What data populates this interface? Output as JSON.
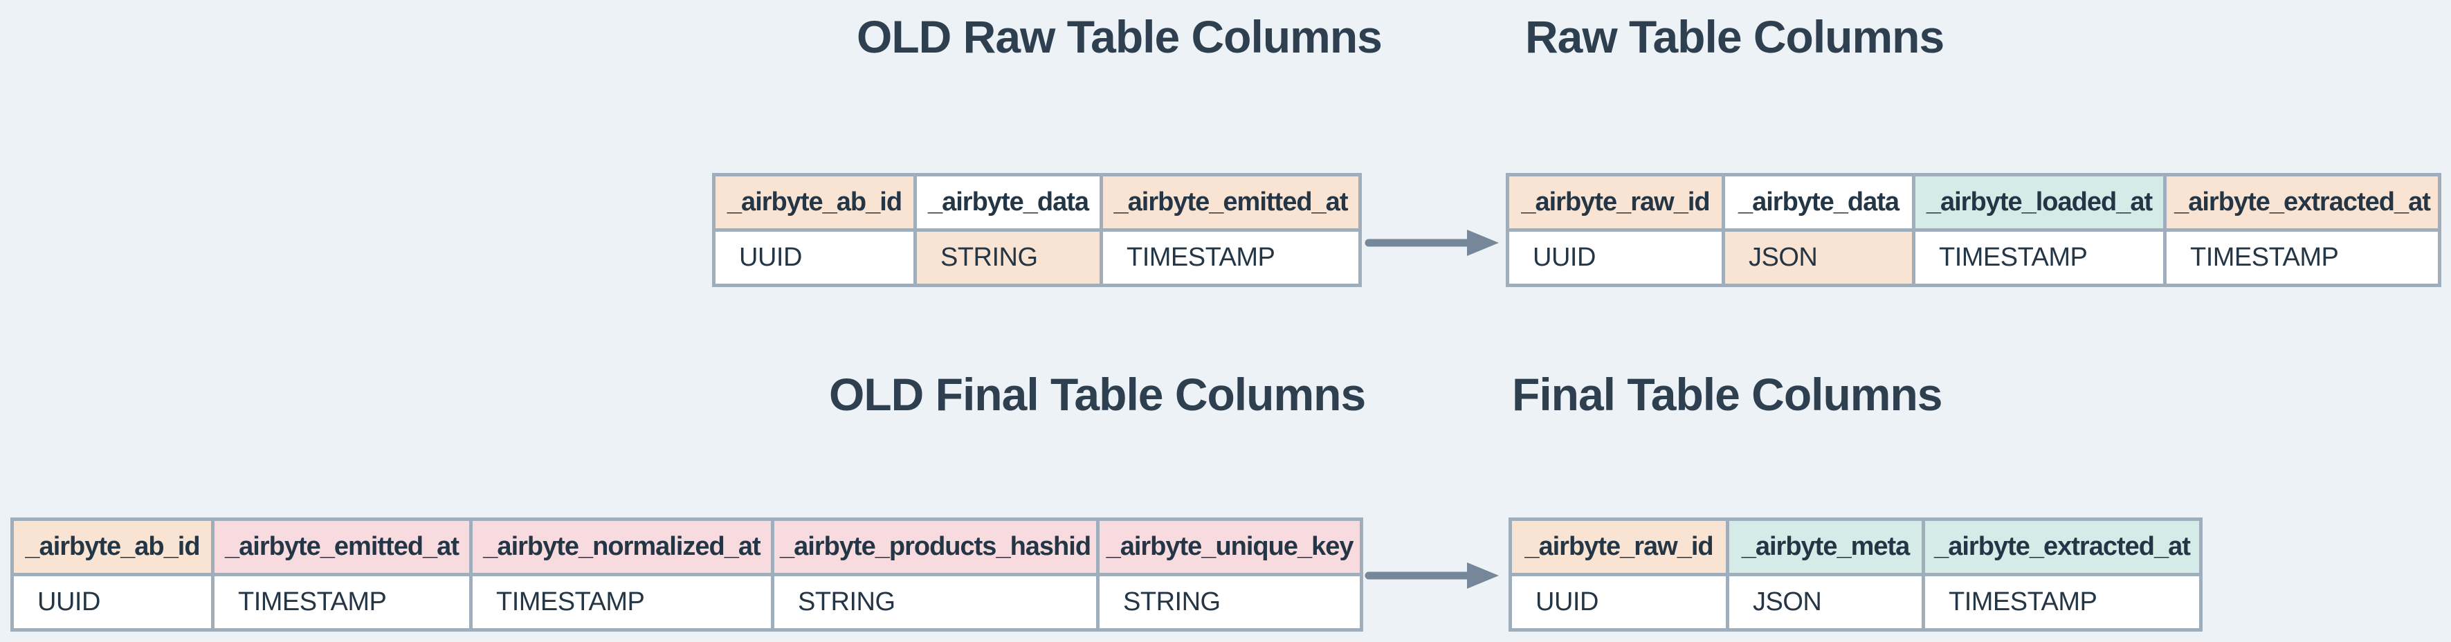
{
  "colors": {
    "background": "#edf2f6",
    "border": "#a0aebc",
    "cell_text": "#243645",
    "title_text": "#2e4050",
    "arrow": "#76879a",
    "peach": "#f9e4d3",
    "pink": "#f8dbde",
    "teal": "#d4ebe7",
    "white": "#ffffff"
  },
  "sections": {
    "old_raw": {
      "title": "OLD Raw Table Columns",
      "columns": [
        {
          "header": "_airbyte_ab_id",
          "type": "UUID",
          "header_bg": "#f9e4d3",
          "type_bg": "#ffffff"
        },
        {
          "header": "_airbyte_data",
          "type": "STRING",
          "header_bg": "#ffffff",
          "type_bg": "#f9e4d3"
        },
        {
          "header": "_airbyte_emitted_at",
          "type": "TIMESTAMP",
          "header_bg": "#f9e4d3",
          "type_bg": "#ffffff"
        }
      ]
    },
    "raw": {
      "title": "Raw Table Columns",
      "columns": [
        {
          "header": "_airbyte_raw_id",
          "type": "UUID",
          "header_bg": "#f9e4d3",
          "type_bg": "#ffffff"
        },
        {
          "header": "_airbyte_data",
          "type": "JSON",
          "header_bg": "#ffffff",
          "type_bg": "#f9e4d3"
        },
        {
          "header": "_airbyte_loaded_at",
          "type": "TIMESTAMP",
          "header_bg": "#d4ebe7",
          "type_bg": "#ffffff"
        },
        {
          "header": "_airbyte_extracted_at",
          "type": "TIMESTAMP",
          "header_bg": "#f9e4d3",
          "type_bg": "#ffffff"
        }
      ]
    },
    "old_final": {
      "title": "OLD Final Table Columns",
      "columns": [
        {
          "header": "_airbyte_ab_id",
          "type": "UUID",
          "header_bg": "#f9e4d3",
          "type_bg": "#ffffff"
        },
        {
          "header": "_airbyte_emitted_at",
          "type": "TIMESTAMP",
          "header_bg": "#f8dbde",
          "type_bg": "#ffffff"
        },
        {
          "header": "_airbyte_normalized_at",
          "type": "TIMESTAMP",
          "header_bg": "#f8dbde",
          "type_bg": "#ffffff"
        },
        {
          "header": "_airbyte_products_hashid",
          "type": "STRING",
          "header_bg": "#f8dbde",
          "type_bg": "#ffffff"
        },
        {
          "header": "_airbyte_unique_key",
          "type": "STRING",
          "header_bg": "#f8dbde",
          "type_bg": "#ffffff"
        }
      ]
    },
    "final": {
      "title": "Final Table Columns",
      "columns": [
        {
          "header": "_airbyte_raw_id",
          "type": "UUID",
          "header_bg": "#f9e4d3",
          "type_bg": "#ffffff"
        },
        {
          "header": "_airbyte_meta",
          "type": "JSON",
          "header_bg": "#d4ebe7",
          "type_bg": "#ffffff"
        },
        {
          "header": "_airbyte_extracted_at",
          "type": "TIMESTAMP",
          "header_bg": "#d4ebe7",
          "type_bg": "#ffffff"
        }
      ]
    }
  }
}
